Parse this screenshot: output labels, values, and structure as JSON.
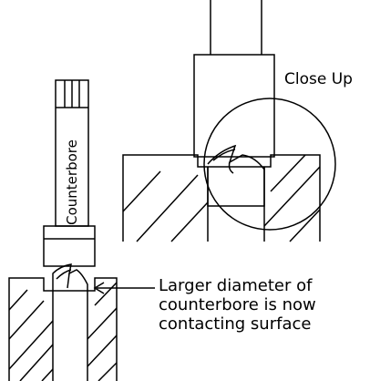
{
  "diagram": {
    "tool_label": "Counterbore",
    "closeup_label": "Close Up",
    "annotation_lines": [
      "Larger diameter of",
      "counterbore is now",
      "contacting surface"
    ],
    "colors": {
      "stroke": "#000000",
      "background": "#ffffff"
    }
  }
}
